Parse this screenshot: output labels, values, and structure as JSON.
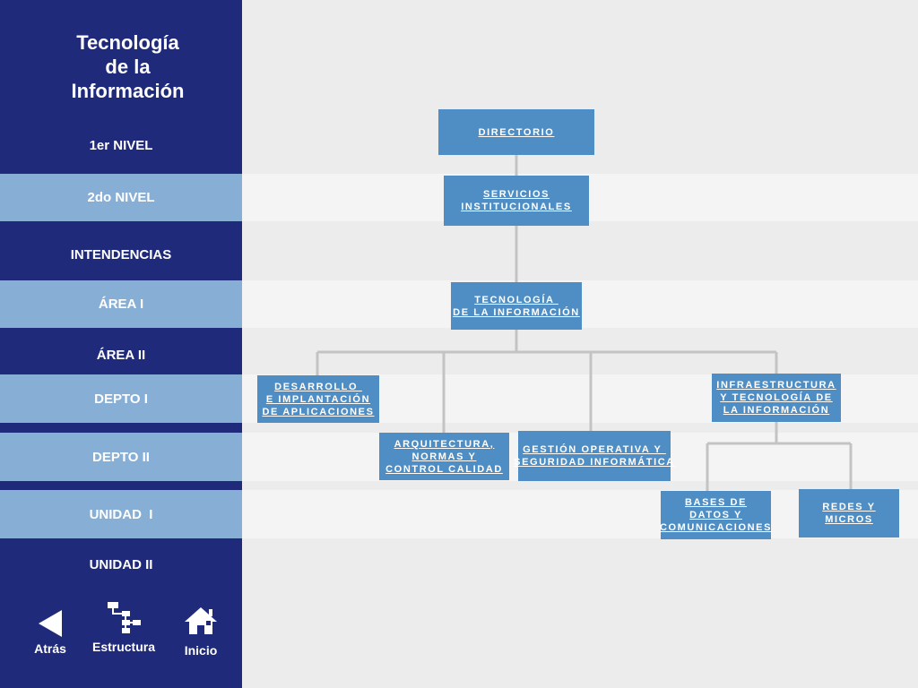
{
  "sidebar": {
    "title": "Tecnología\nde la\nInformación",
    "levels": [
      "1er NIVEL",
      "2do NIVEL",
      "INTENDENCIAS",
      "ÁREA I",
      "ÁREA II",
      "DEPTO I",
      "DEPTO II",
      "UNIDAD  I",
      "UNIDAD II"
    ],
    "nav": {
      "back": "Atrás",
      "structure": "Estructura",
      "home": "Inicio"
    }
  },
  "org": {
    "directorio": "DIRECTORIO",
    "servicios": "SERVICIOS\nINSTITUCIONALES",
    "tecnologia": "TECNOLOGÍA \nDE LA INFORMACIÓN",
    "desarrollo": "DESARROLLO \nE IMPLANTACIÓN\nDE APLICACIONES",
    "arquitectura": "ARQUITECTURA,\nNORMAS Y\nCONTROL CALIDAD",
    "gestion": "GESTIÓN OPERATIVA Y \nSEGURIDAD INFORMÁTICA",
    "infraestructura": "INFRAESTRUCTURA\nY TECNOLOGÍA DE\nLA INFORMACIÓN",
    "bases": "BASES DE\nDATOS Y\nCOMUNICACIONES",
    "redes": "REDES Y\nMICROS"
  },
  "colors": {
    "sidebar": "#1f2a7b",
    "sidebar_light": "#87afd6",
    "node": "#4f8ec4",
    "band": "#f4f4f4",
    "background": "#ececec",
    "connector": "#c3c3c3"
  }
}
